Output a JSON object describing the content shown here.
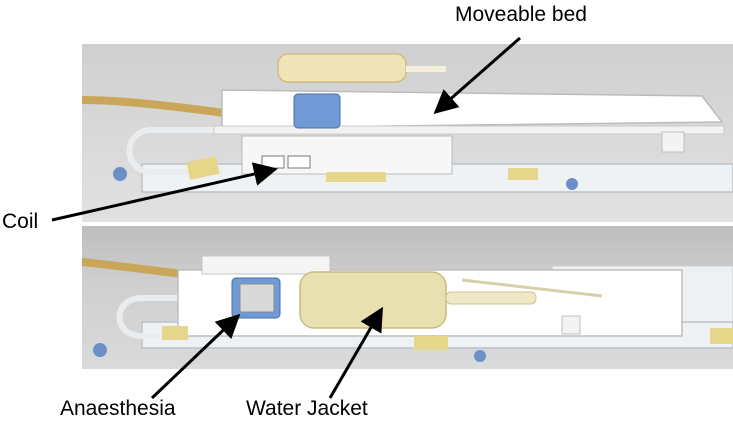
{
  "labels": {
    "moveable_bed": "Moveable bed",
    "coil": "Coil",
    "anaesthesia": "Anaesthesia",
    "water_jacket": "Water Jacket"
  },
  "colors": {
    "tube": "#c9a65a",
    "plastic": "#ffffff",
    "pad": "#5a86c8",
    "water_jacket": "#e8e0b0",
    "tape": "#e6d68a",
    "background": "#d6d6d6",
    "arrow": "#000000"
  }
}
